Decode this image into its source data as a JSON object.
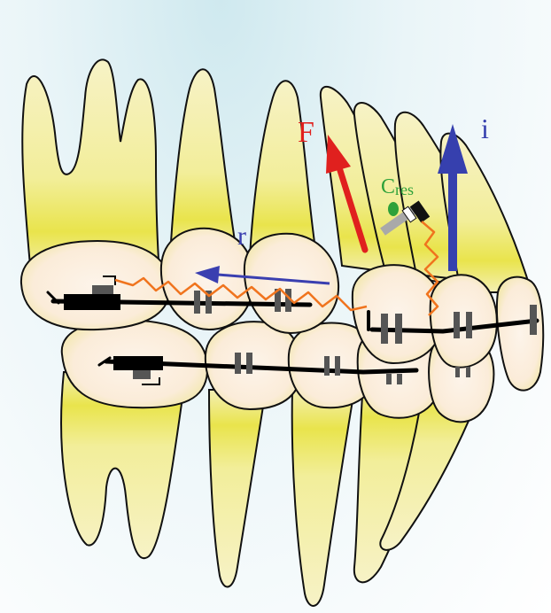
{
  "figure": {
    "labels": {
      "force": "F",
      "retraction": "r",
      "intrusion": "i",
      "center_base": "C",
      "center_sub": "res"
    },
    "colors": {
      "tooth_fill": "#f7f2c6",
      "tooth_highlight": "#e9e44c",
      "crown_fill": "#fbeedd",
      "outline": "#111111",
      "force_arrow": "#e0201e",
      "retraction_arrow": "#3a3fb0",
      "intrusion_arrow": "#3640ae",
      "spring": "#f0741e",
      "center_marker": "#2ea13a",
      "bracket": "#555555",
      "archwire": "#000000"
    }
  }
}
